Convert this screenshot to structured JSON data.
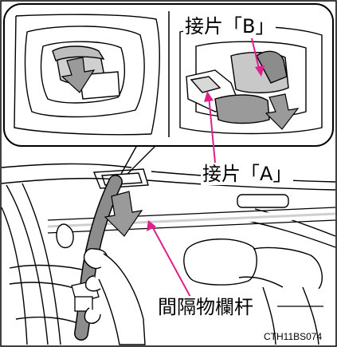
{
  "labels": {
    "tab_b": "接片「B」",
    "tab_a": "接片「A」",
    "divider_bar": "間隔物欄杆"
  },
  "figure_code": "CTH11BS074",
  "colors": {
    "callout_pink": "#e0208c",
    "arrow_gray": "#9a9a9a",
    "line_black": "#000000",
    "belt_gray": "#8c8c8c"
  },
  "icons": {
    "press_arrow": "down-arrow-icon",
    "pull_arrow": "down-arrow-icon"
  }
}
